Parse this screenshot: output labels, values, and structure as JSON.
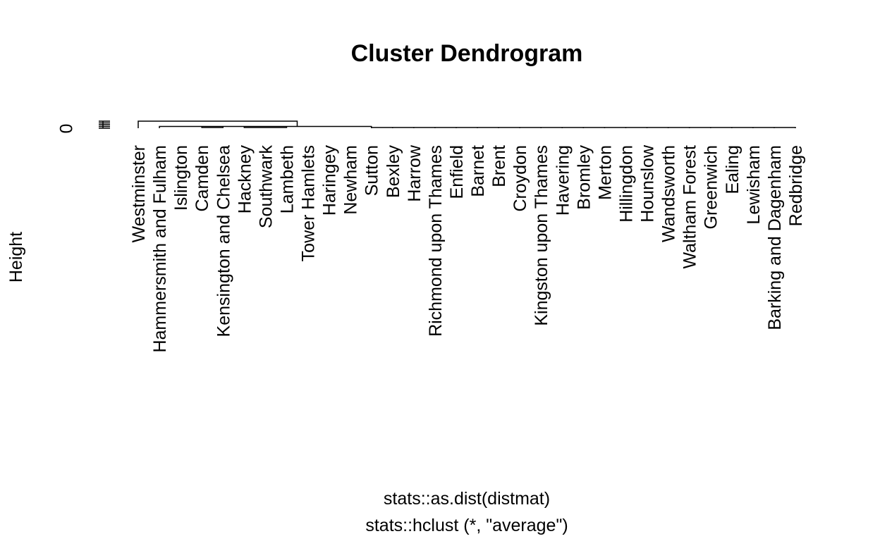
{
  "chart_data": {
    "type": "dendrogram",
    "title": "Cluster Dendrogram",
    "xlabel": "stats::as.dist(distmat)",
    "sub": "stats::hclust (*, \"average\")",
    "ylabel": "Height",
    "y_ticks": [
      "0"
    ],
    "labels": [
      "Westminster",
      "Hammersmith and Fulham",
      "Islington",
      "Camden",
      "Kensington and Chelsea",
      "Hackney",
      "Southwark",
      "Lambeth",
      "Tower Hamlets",
      "Haringey",
      "Newham",
      "Sutton",
      "Bexley",
      "Harrow",
      "Richmond upon Thames",
      "Enfield",
      "Barnet",
      "Brent",
      "Croydon",
      "Kingston upon Thames",
      "Havering",
      "Bromley",
      "Merton",
      "Hillingdon",
      "Hounslow",
      "Wandsworth",
      "Waltham Forest",
      "Greenwich",
      "Ealing",
      "Lewisham",
      "Barking and Dagenham",
      "Redbridge"
    ],
    "heights": {
      "root": 1.0,
      "westminster_join": 1.0,
      "inner_central": 0.25,
      "minor": 0.1
    }
  }
}
